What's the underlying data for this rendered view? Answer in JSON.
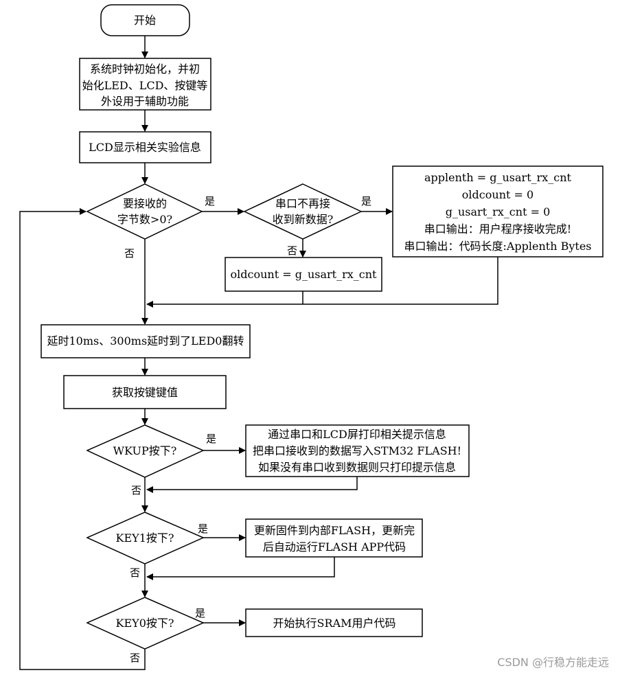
{
  "start": "开始",
  "init": [
    "系统时钟初始化，并初",
    "始化LED、LCD、按键等",
    "外设用于辅助功能"
  ],
  "lcd_show": "LCD显示相关实验信息",
  "decision_recv": [
    "要接收的",
    "字节数>0?"
  ],
  "decision_serial": [
    "串口不再接",
    "收到新数据?"
  ],
  "serial_done": [
    "applenth = g_usart_rx_cnt",
    "oldcount = 0",
    "g_usart_rx_cnt = 0",
    "串口输出：用户程序接收完成!",
    "串口输出：代码长度:Applenth Bytes"
  ],
  "oldcount_box": "oldcount = g_usart_rx_cnt",
  "delay": "延时10ms、300ms延时到了LED0翻转",
  "get_key": "获取按键键值",
  "decision_wkup": "WKUP按下?",
  "wkup_action": [
    "通过串口和LCD屏打印相关提示信息",
    "把串口接收到的数据写入STM32 FLASH!",
    "如果没有串口收到数据则只打印提示信息"
  ],
  "decision_key1": "KEY1按下?",
  "key1_action": [
    "更新固件到内部FLASH，更新完",
    "后自动运行FLASH APP代码"
  ],
  "decision_key0": "KEY0按下?",
  "key0_action": "开始执行SRAM用户代码",
  "labels": {
    "recv_yes": "是",
    "recv_no": "否",
    "serial_yes": "是",
    "serial_no": "否",
    "wkup_yes": "是",
    "wkup_no": "否",
    "key1_yes": "是",
    "key1_no": "否",
    "key0_yes": "是",
    "key0_no": "否"
  },
  "watermark": "CSDN @行稳方能走远"
}
